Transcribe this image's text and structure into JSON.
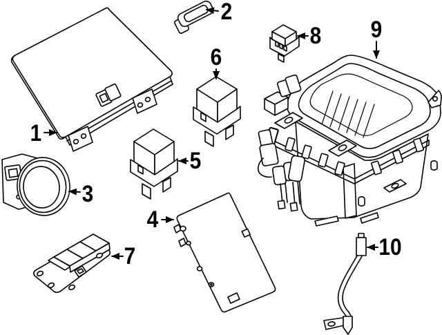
{
  "colors": {
    "background": "#ffffff",
    "line": "#000000"
  },
  "callouts": [
    {
      "label": "1"
    },
    {
      "label": "2"
    },
    {
      "label": "3"
    },
    {
      "label": "4"
    },
    {
      "label": "5"
    },
    {
      "label": "6"
    },
    {
      "label": "7"
    },
    {
      "label": "8"
    },
    {
      "label": "9"
    },
    {
      "label": "10"
    }
  ]
}
